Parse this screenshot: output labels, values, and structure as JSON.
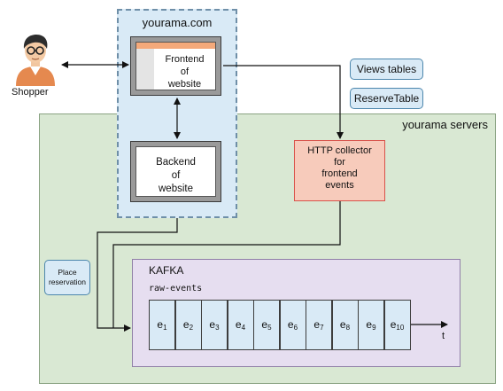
{
  "web": {
    "title": "yourama.com"
  },
  "frontend": {
    "line1": "Frontend",
    "line2": "of",
    "line3": "website"
  },
  "backend": {
    "line1": "Backend",
    "line2": "of",
    "line3": "website"
  },
  "shopper": {
    "label": "Shopper"
  },
  "servers": {
    "title": "yourama servers"
  },
  "collector": {
    "line1": "HTTP collector",
    "line2": "for",
    "line3": "frontend",
    "line4": "events"
  },
  "tables": {
    "views": "Views tables",
    "reserve": "ReserveTable"
  },
  "place": {
    "line1": "Place",
    "line2": "reservation"
  },
  "kafka": {
    "title": "KAFKA",
    "topic": "raw-events",
    "events": [
      {
        "base": "e",
        "sub": "1"
      },
      {
        "base": "e",
        "sub": "2"
      },
      {
        "base": "e",
        "sub": "3"
      },
      {
        "base": "e",
        "sub": "4"
      },
      {
        "base": "e",
        "sub": "5"
      },
      {
        "base": "e",
        "sub": "6"
      },
      {
        "base": "e",
        "sub": "7"
      },
      {
        "base": "e",
        "sub": "8"
      },
      {
        "base": "e",
        "sub": "9"
      },
      {
        "base": "e",
        "sub": "10"
      }
    ],
    "axis_label": "t"
  },
  "colors": {
    "servers_bg": "#d9e8d3",
    "web_bg": "#d9eaf6",
    "collector_bg": "#f7cbbb",
    "collector_border": "#d9524a",
    "kafka_bg": "#e6def0",
    "frontend_header": "#f4a97a"
  }
}
